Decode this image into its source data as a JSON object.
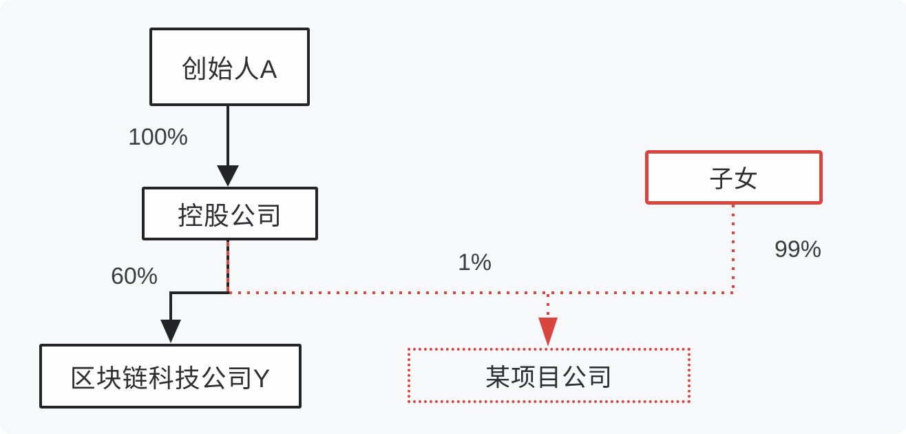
{
  "colors": {
    "background": "#f7f8fa",
    "box_fill": "#fdfdfe",
    "black": "#242426",
    "red": "#d9453e",
    "label_text": "#3b3b40"
  },
  "nodes": {
    "founder": {
      "label": "创始人A"
    },
    "holding": {
      "label": "控股公司"
    },
    "blockchain": {
      "label": "区块链科技公司Y"
    },
    "children": {
      "label": "子女"
    },
    "project": {
      "label": "某项目公司"
    }
  },
  "edges": {
    "founder_to_holding": {
      "label": "100%",
      "style": "solid-black-arrow"
    },
    "holding_to_blockchain": {
      "label": "60%",
      "style": "solid-black-arrow"
    },
    "holding_to_project": {
      "label": "1%",
      "style": "dotted-red-arrow"
    },
    "children_to_project": {
      "label": "99%",
      "style": "dotted-red"
    }
  }
}
